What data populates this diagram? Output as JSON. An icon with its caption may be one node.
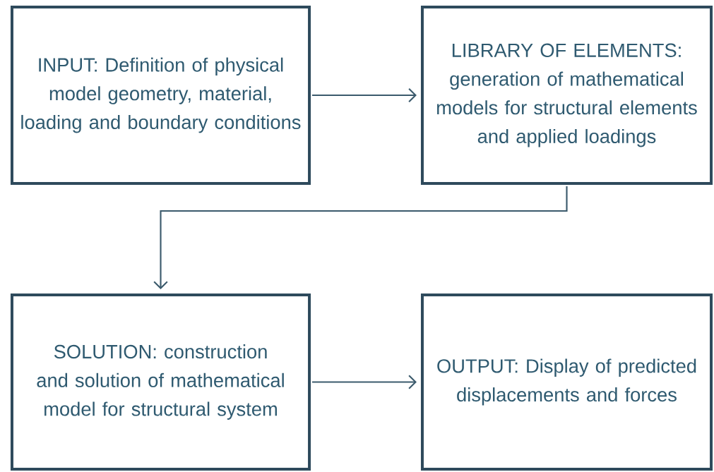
{
  "diagram": {
    "nodes": [
      {
        "text": [
          "INPUT: Definition of physical model geometry, material, loading and boundary conditions"
        ]
      },
      {
        "text": [
          "LIBRARY OF ELEMENTS: generation of mathematical models for structural elements and applied loadings"
        ]
      },
      {
        "text": [
          "SOLUTION: construction and solution of mathematical model for structural system"
        ]
      },
      {
        "text": [
          "OUTPUT: Display of predicted displacements and forces"
        ]
      }
    ],
    "edges": [
      {
        "from": 0,
        "to": 1,
        "arrow": "to"
      },
      {
        "from": 1,
        "to": 2,
        "arrow": "to"
      },
      {
        "from": 2,
        "to": 3,
        "arrow": "to"
      }
    ]
  }
}
